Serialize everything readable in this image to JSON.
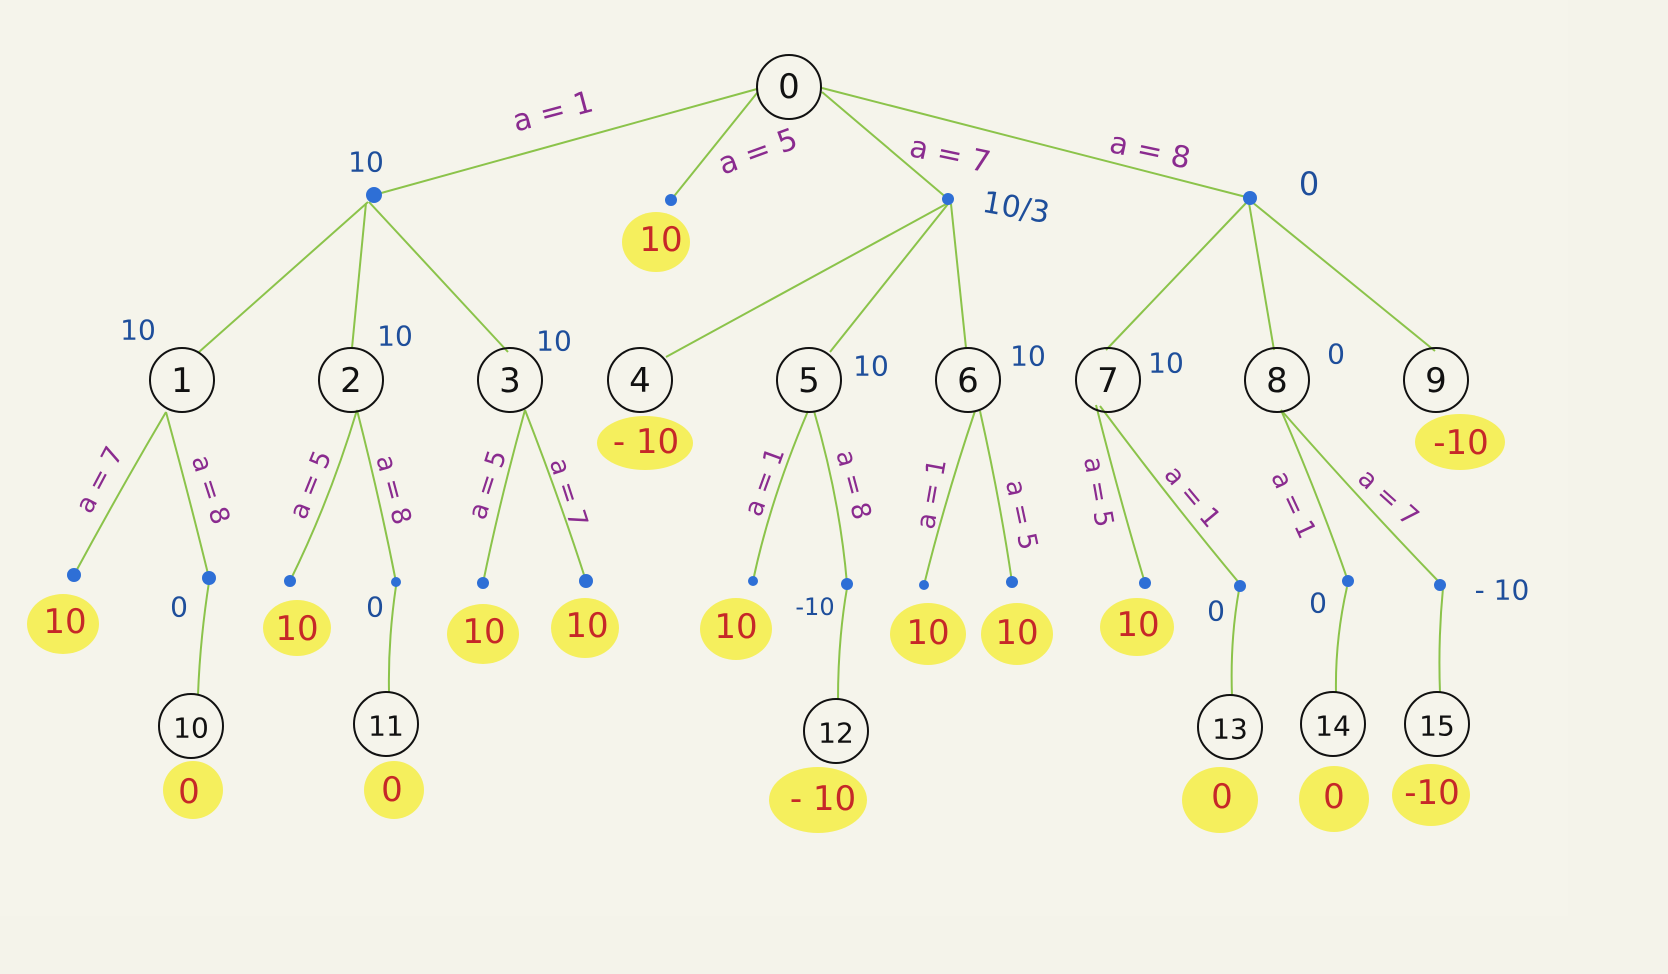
{
  "nodes": [
    {
      "id": "0",
      "label": "0"
    },
    {
      "id": "1",
      "label": "1"
    },
    {
      "id": "2",
      "label": "2"
    },
    {
      "id": "3",
      "label": "3"
    },
    {
      "id": "4",
      "label": "4"
    },
    {
      "id": "5",
      "label": "5"
    },
    {
      "id": "6",
      "label": "6"
    },
    {
      "id": "7",
      "label": "7"
    },
    {
      "id": "8",
      "label": "8"
    },
    {
      "id": "9",
      "label": "9"
    },
    {
      "id": "10",
      "label": "10"
    },
    {
      "id": "11",
      "label": "11"
    },
    {
      "id": "12",
      "label": "12"
    },
    {
      "id": "13",
      "label": "13"
    },
    {
      "id": "14",
      "label": "14"
    },
    {
      "id": "15",
      "label": "15"
    }
  ],
  "actions": {
    "root_a1": "a = 1",
    "root_a5": "a = 5",
    "root_a7": "a = 7",
    "root_a8": "a = 8",
    "n1_a7": "a = 7",
    "n1_a8": "a = 8",
    "n2_a5": "a = 5",
    "n2_a8": "a = 8",
    "n3_a5": "a = 5",
    "n3_a7": "a = 7",
    "n5_a1": "a = 1",
    "n5_a8": "a = 8",
    "n6_a1": "a = 1",
    "n6_a5": "a = 5",
    "n7_a5": "a = 5",
    "n7_a1": "a = 1",
    "n8_a1": "a = 1",
    "n8_a7": "a = 7"
  },
  "values": {
    "c1": "10",
    "c7": "10/3",
    "c8": "0",
    "n1": "10",
    "n2": "10",
    "n3": "10",
    "n5": "10",
    "n6": "10",
    "n7": "10",
    "n8": "0",
    "c1b": "0",
    "c2b": "0",
    "c5b": "-10",
    "c7b": "0",
    "c8a": "0",
    "c8b": "- 10"
  },
  "utilities": {
    "u_root5": "10",
    "u4": "- 10",
    "u9": "-10",
    "u1a": "10",
    "u2a": "10",
    "u3a": "10",
    "u3b": "10",
    "u5a": "10",
    "u6a": "10",
    "u6b": "10",
    "u7a": "10",
    "u10": "0",
    "u11": "0",
    "u12": "- 10",
    "u13": "0",
    "u14": "0",
    "u15": "-10"
  }
}
